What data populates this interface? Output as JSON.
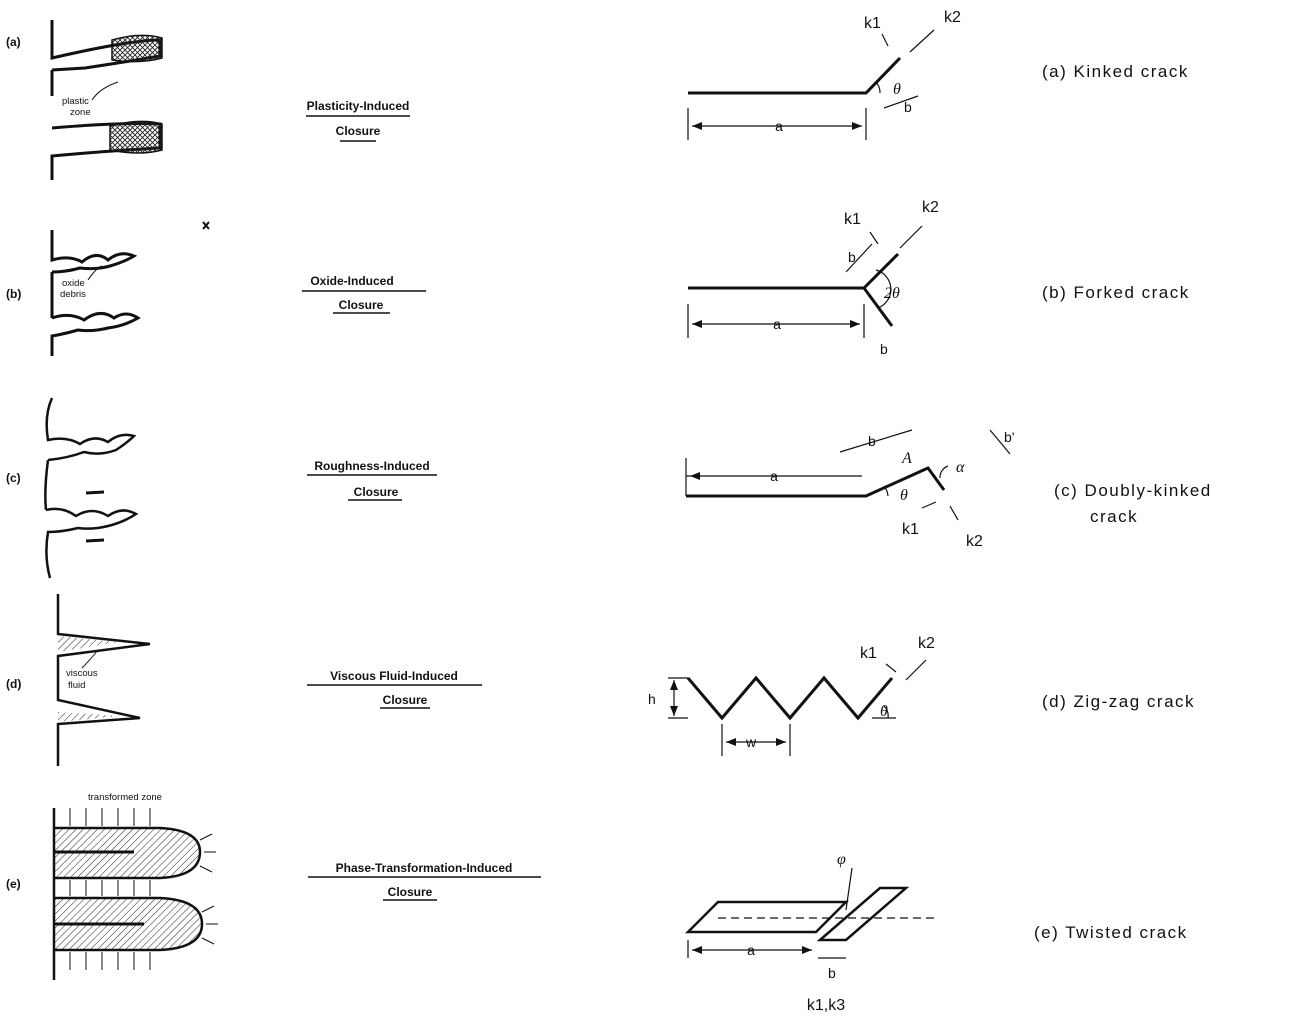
{
  "closure_mechanisms": {
    "a": {
      "tag": "(a)",
      "title_line1": "Plasticity-Induced",
      "title_line2": "Closure",
      "note_line1": "plastic",
      "note_line2": "zone"
    },
    "b": {
      "tag": "(b)",
      "title_line1": "Oxide-Induced",
      "title_line2": "Closure",
      "note_line1": "oxide",
      "note_line2": "debris"
    },
    "c": {
      "tag": "(c)",
      "title_line1": "Roughness-Induced",
      "title_line2": "Closure"
    },
    "d": {
      "tag": "(d)",
      "title_line1": "Viscous Fluid-Induced",
      "title_line2": "Closure",
      "note_line1": "viscous",
      "note_line2": "fluid"
    },
    "e": {
      "tag": "(e)",
      "title_line1": "Phase-Transformation-Induced",
      "title_line2": "Closure",
      "note": "transformed zone"
    }
  },
  "crack_geometries": {
    "a": {
      "caption": "(a) Kinked crack",
      "k1": "k1",
      "k2": "k2",
      "len_a": "a",
      "len_b": "b",
      "angle": "θ"
    },
    "b": {
      "caption": "(b) Forked crack",
      "k1": "k1",
      "k2": "k2",
      "len_a": "a",
      "len_b": "b",
      "len_b2": "b",
      "angle": "2θ"
    },
    "c": {
      "caption_line1": "(c) Doubly-kinked",
      "caption_line2": "crack",
      "k1": "k1",
      "k2": "k2",
      "len_a": "a",
      "len_b": "b",
      "len_b2": "b'",
      "point": "A",
      "angle1": "θ",
      "angle2": "α"
    },
    "d": {
      "caption": "(d) Zig-zag crack",
      "k1": "k1",
      "k2": "k2",
      "height": "h",
      "width": "w",
      "angle": "θ"
    },
    "e": {
      "caption": "(e) Twisted crack",
      "len_a": "a",
      "len_b": "b",
      "angle": "φ",
      "modes": "k1,k3"
    }
  }
}
